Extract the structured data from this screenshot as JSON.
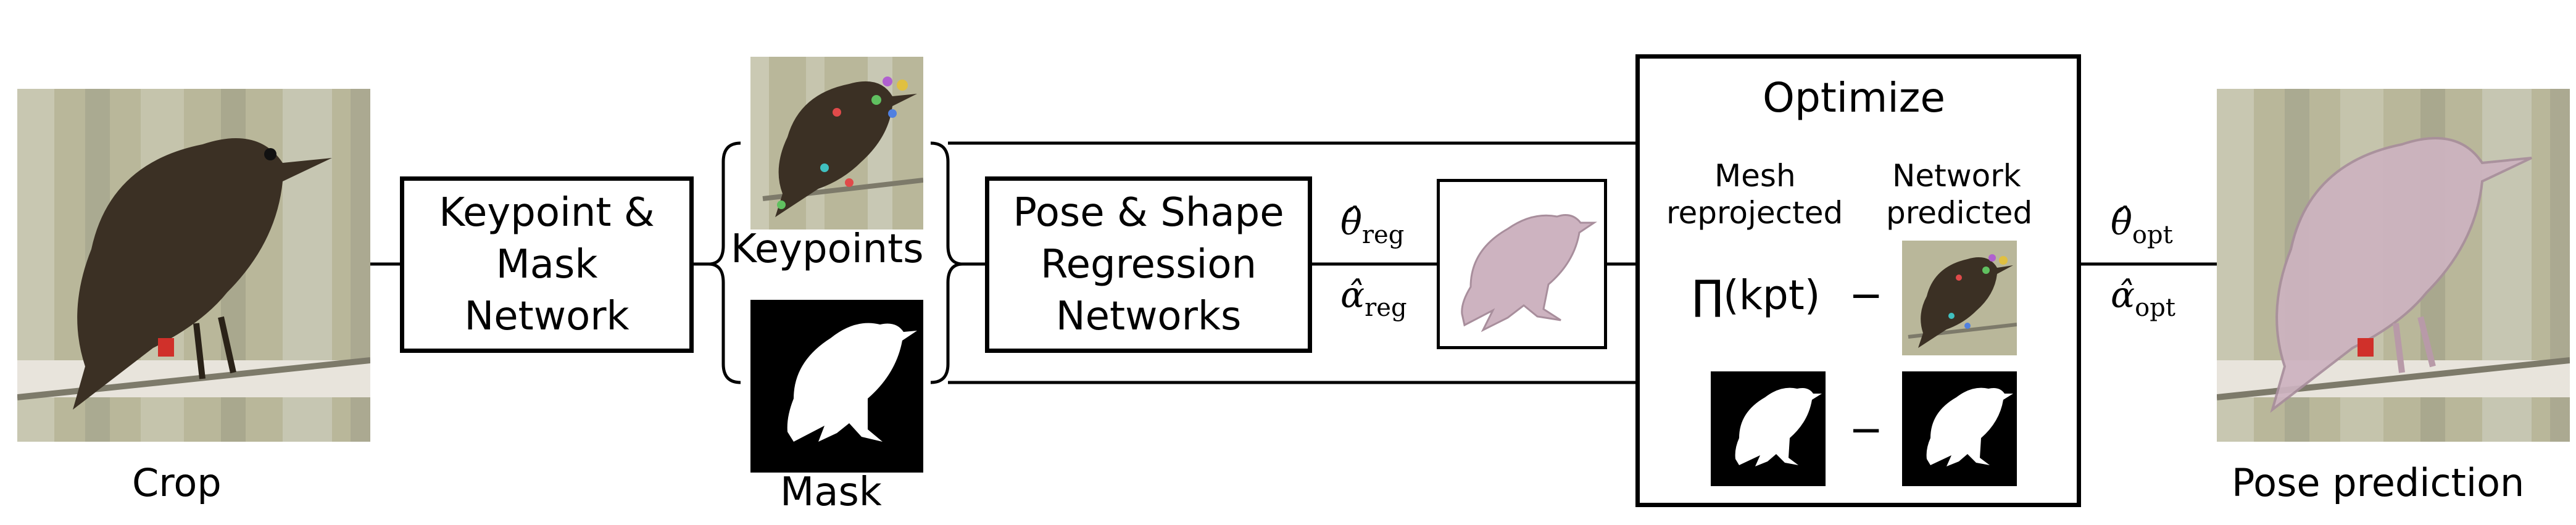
{
  "stages": {
    "crop_label": "Crop",
    "keypoint_mask_network": [
      "Keypoint &",
      "Mask",
      "Network"
    ],
    "keypoints_label": "Keypoints",
    "mask_label": "Mask",
    "pose_shape_regression": [
      "Pose & Shape",
      "Regression",
      "Networks"
    ],
    "theta_reg": "θ̂",
    "theta_reg_sub": "reg",
    "alpha_reg": "α̂",
    "alpha_reg_sub": "reg",
    "optimize": {
      "title": "Optimize",
      "col_left": [
        "Mesh",
        "reprojected"
      ],
      "col_right": [
        "Network",
        "predicted"
      ],
      "kpt_term": "∏(kpt)",
      "minus": "−"
    },
    "theta_opt": "θ̂",
    "theta_opt_sub": "opt",
    "alpha_opt": "α̂",
    "alpha_opt_sub": "opt",
    "pose_prediction_label": "Pose prediction"
  },
  "colors": {
    "mesh": "#cdb3c0",
    "bird_dark": "#3b3024",
    "photo_bg": "#b9b79a",
    "keypoint_colors": [
      "#e04a4a",
      "#e0c040",
      "#60c060",
      "#5080e0",
      "#b060d0",
      "#40c0c0"
    ]
  }
}
